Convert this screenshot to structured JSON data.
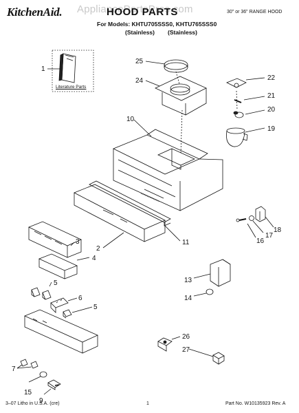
{
  "header": {
    "brand": "KitchenAid.",
    "title": "HOOD PARTS",
    "range_note": "30\" or 36\" RANGE HOOD",
    "models_line": "For Models: KHTU705SSS0, KHTU765SSS0",
    "variants": [
      "(Stainless)",
      "(Stainless)"
    ],
    "watermark": "AppliancePartsPros.com"
  },
  "diagram": {
    "literature_label": "Literature Parts",
    "callouts": [
      "1",
      "2",
      "3",
      "4",
      "5",
      "6",
      "5",
      "7",
      "9",
      "10",
      "11",
      "13",
      "14",
      "15",
      "16",
      "17",
      "18",
      "19",
      "20",
      "21",
      "22",
      "24",
      "25",
      "26",
      "27"
    ]
  },
  "footer": {
    "left": "3–07 Litho in U.S.A. (cre)",
    "page": "1",
    "right": "Part No. W10135923 Rev. A"
  }
}
